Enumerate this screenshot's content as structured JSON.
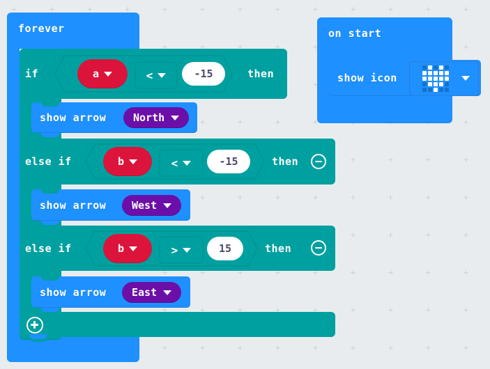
{
  "workspace": {
    "background_color": "#e9ecee",
    "grid_marker": "plus-cross"
  },
  "palette": {
    "event_blue": "#1e90ff",
    "logic_teal": "#00a0a0",
    "variable_red": "#dc143c",
    "enum_purple": "#6b0fa8",
    "field_white": "#ffffff"
  },
  "blocks": {
    "forever": {
      "label": "forever",
      "kind": "event-hat"
    },
    "if_statement": {
      "if_label": "if",
      "then_label": "then",
      "else_if_label": "else if",
      "add_label": "add-branch"
    },
    "conditions": [
      {
        "keyword": "if",
        "variable": "a",
        "operator": "<",
        "value": "-15",
        "then": "then",
        "has_remove": false
      },
      {
        "keyword": "else if",
        "variable": "b",
        "operator": "<",
        "value": "-15",
        "then": "then",
        "has_remove": true
      },
      {
        "keyword": "else if",
        "variable": "b",
        "operator": ">",
        "value": "15",
        "then": "then",
        "has_remove": true
      }
    ],
    "show_arrow_blocks": [
      {
        "label": "show arrow",
        "direction": "North"
      },
      {
        "label": "show arrow",
        "direction": "West"
      },
      {
        "label": "show arrow",
        "direction": "East"
      }
    ],
    "on_start": {
      "label": "on start",
      "show_icon": {
        "label": "show icon",
        "icon_name": "heart-icon",
        "matrix": [
          [
            0,
            1,
            0,
            1,
            0
          ],
          [
            1,
            1,
            1,
            1,
            1
          ],
          [
            1,
            1,
            1,
            1,
            1
          ],
          [
            0,
            1,
            1,
            1,
            0
          ],
          [
            0,
            0,
            1,
            0,
            0
          ]
        ]
      }
    }
  },
  "icons": {
    "caret_down": "chevron-down-icon",
    "remove_branch": "minus-circle-icon",
    "add_branch": "plus-circle-icon"
  }
}
